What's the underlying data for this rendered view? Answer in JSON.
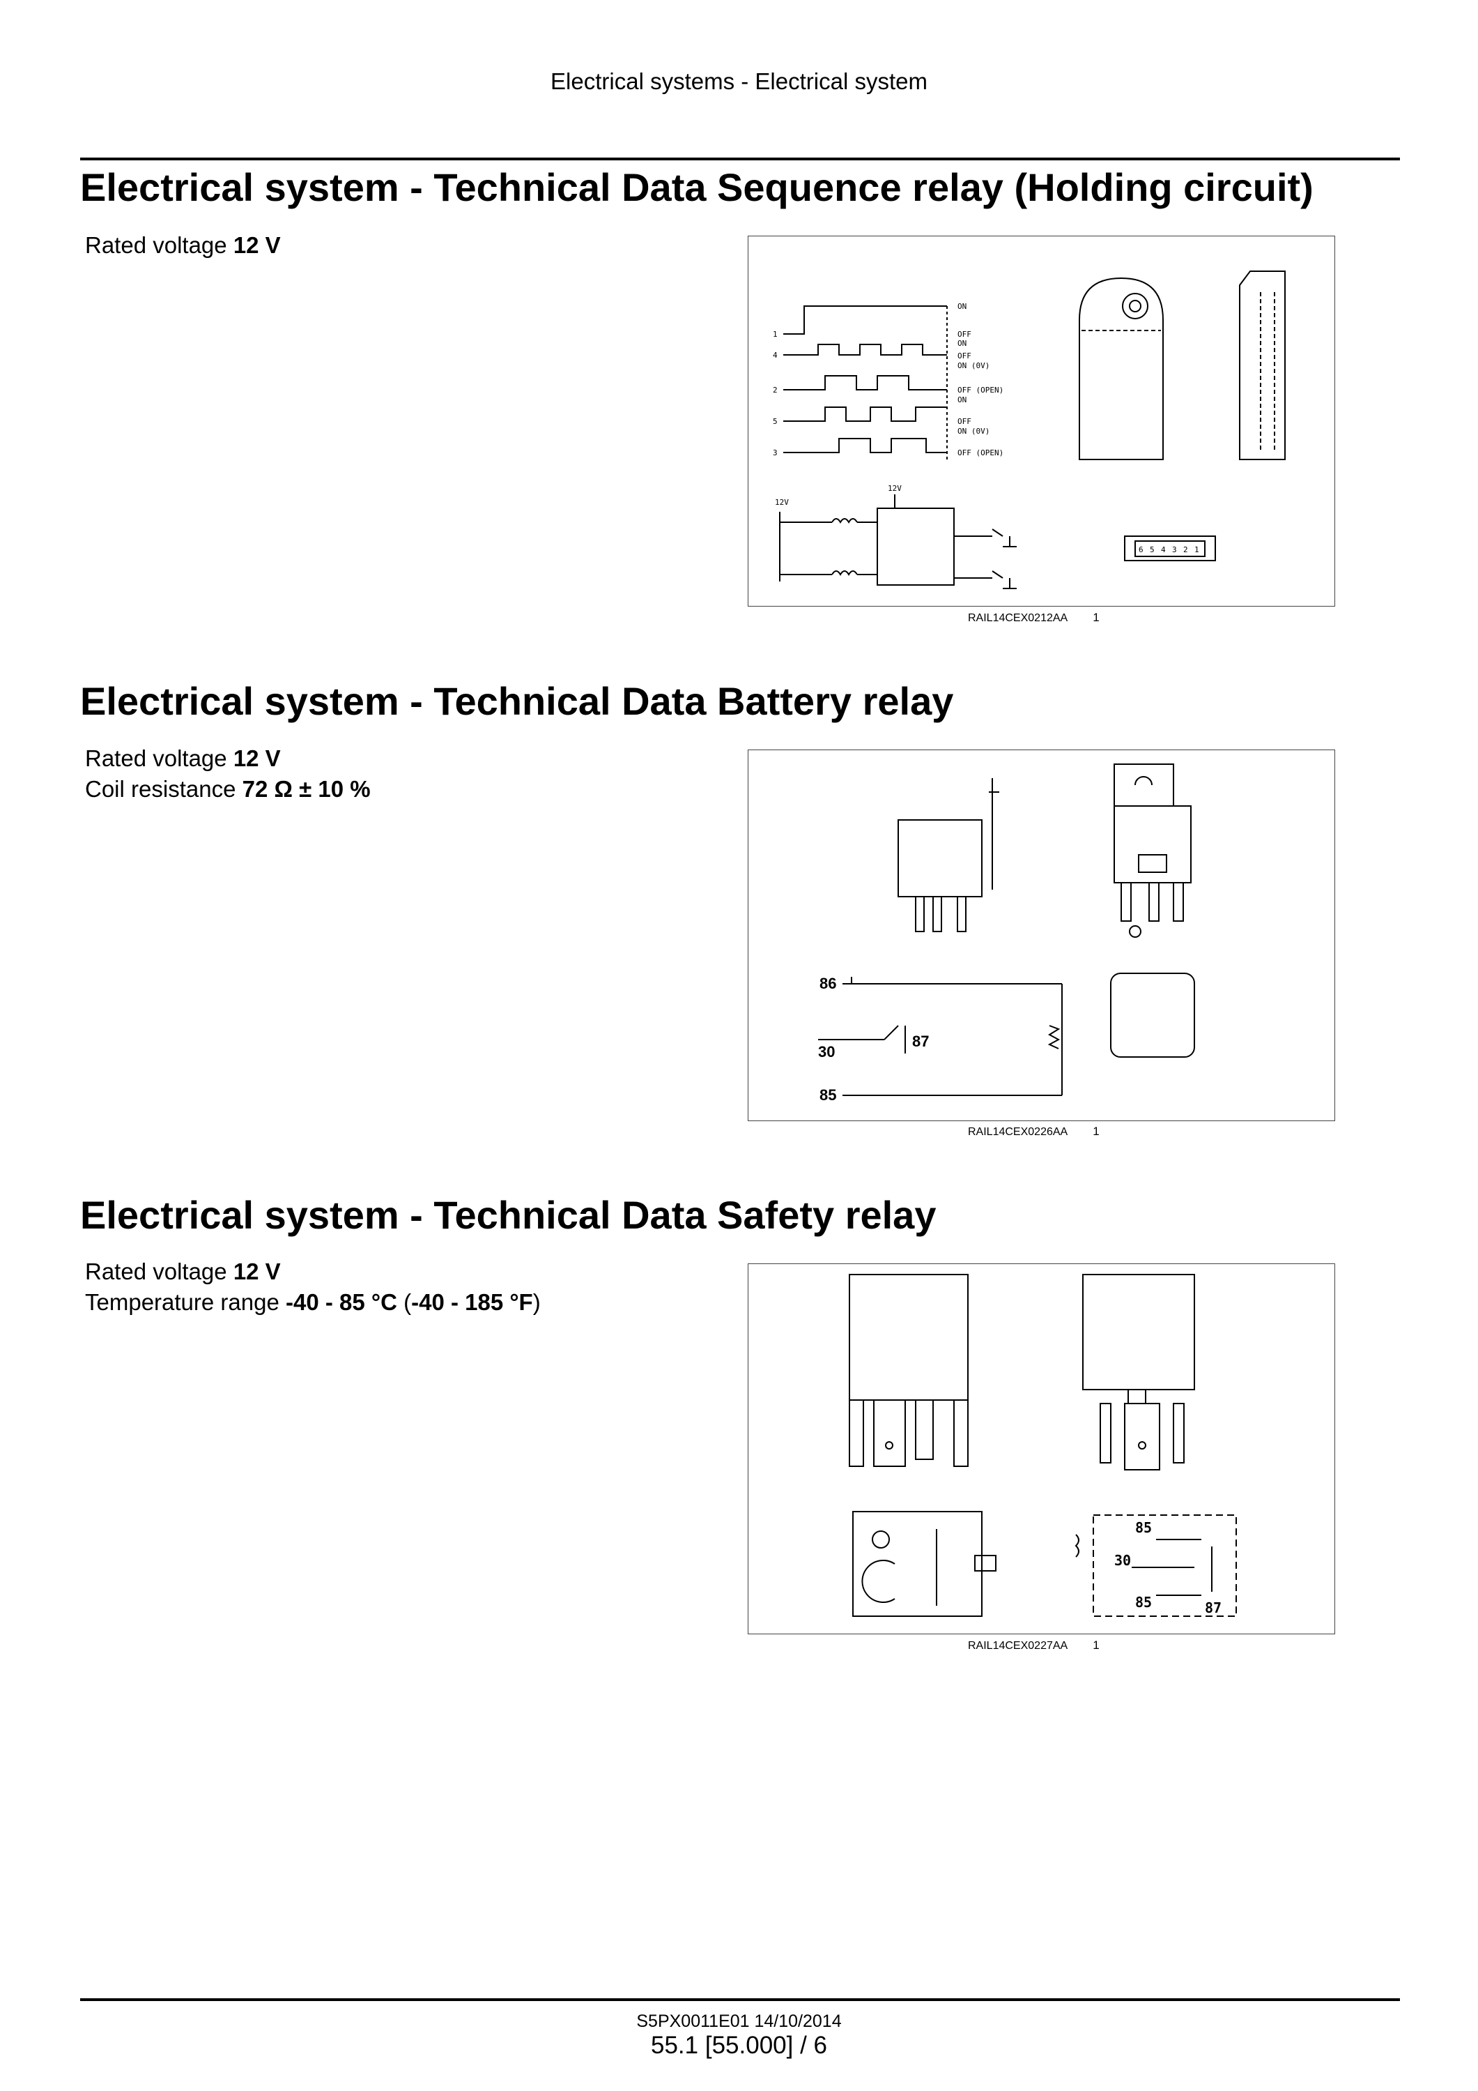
{
  "header": {
    "running_title": "Electrical systems - Electrical system"
  },
  "sections": [
    {
      "title": "Electrical system - Technical Data Sequence relay (Holding circuit)",
      "spec_line_1": {
        "label": "Rated voltage ",
        "value": "12 V"
      },
      "figure": {
        "caption_code": "RAIL14CEX0212AA",
        "caption_num": "1",
        "timing_labels": [
          "ON",
          "OFF",
          "ON",
          "OFF",
          "ON (0V)",
          "OFF (OPEN)",
          "ON",
          "OFF",
          "ON (0V)",
          "OFF (OPEN)"
        ],
        "pin_labels": [
          "1",
          "4",
          "2",
          "5",
          "3"
        ],
        "voltage_labels": [
          "12V",
          "12V"
        ],
        "connector_pins": [
          "6",
          "5",
          "4",
          "3",
          "2",
          "1"
        ]
      }
    },
    {
      "title": "Electrical system - Technical Data Battery relay",
      "spec_line_1": {
        "label": "Rated voltage ",
        "value": "12 V"
      },
      "spec_line_2": {
        "label": "Coil resistance ",
        "value": "72 Ω ± 10 %"
      },
      "figure": {
        "caption_code": "RAIL14CEX0226AA",
        "caption_num": "1",
        "terminal_labels": [
          "86",
          "30",
          "87",
          "85"
        ]
      }
    },
    {
      "title": "Electrical system - Technical Data Safety relay",
      "spec_line_1": {
        "label": "Rated voltage ",
        "value": "12 V"
      },
      "spec_line_2": {
        "label": "Temperature range ",
        "value": "-40 - 85 °C",
        "paren_open": " (",
        "paren_value": "-40 - 185 °F",
        "paren_close": ")"
      },
      "figure": {
        "caption_code": "RAIL14CEX0227AA",
        "caption_num": "1",
        "terminal_labels": [
          "85",
          "30",
          "87",
          "85"
        ]
      }
    }
  ],
  "footer": {
    "doc_code": "S5PX0011E01 14/10/2014",
    "page": "55.1 [55.000] / 6"
  }
}
